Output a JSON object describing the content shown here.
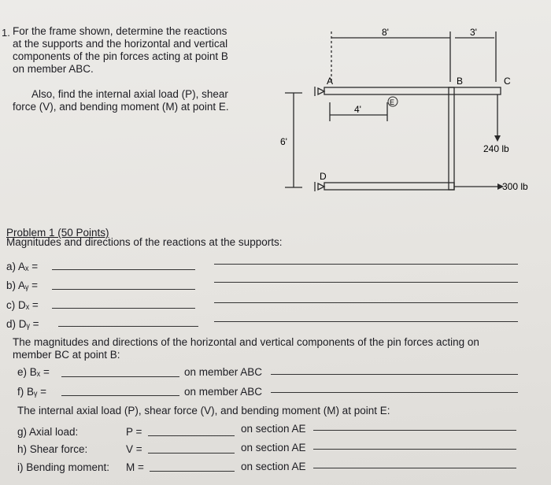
{
  "problem_intro": {
    "marker": "1.",
    "lines": [
      "For the frame shown, determine the reactions",
      "at the supports and the horizontal and vertical",
      "components of the pin forces acting at point B",
      "on member ABC."
    ],
    "also_lines": [
      "Also, find the internal axial load (P), shear",
      "force (V), and bending moment (M) at point E."
    ]
  },
  "figure": {
    "dim_top_left": "8'",
    "dim_top_right": "3'",
    "dim_mid": "4'",
    "dim_height": "6'",
    "label_a": "A",
    "label_b": "B",
    "label_c": "C",
    "label_d": "D",
    "label_e": "E",
    "load_c": "240 lb",
    "load_right": "300 lb"
  },
  "problem1": {
    "title": "Problem 1 (50 Points)",
    "subtitle": "Magnitudes and directions of the reactions at the supports:",
    "reactions": [
      {
        "label": "a)  Aₓ ="
      },
      {
        "label": "b)  Aᵧ ="
      },
      {
        "label": "c)  Dₓ ="
      },
      {
        "label": "d)  Dᵧ ="
      }
    ],
    "pin_text_1": "The magnitudes and directions of the horizontal and vertical components of the pin forces acting on",
    "pin_text_2": "member BC at point B:",
    "pin_forces": [
      {
        "label": "e)  Bₓ =",
        "member": "on member ABC"
      },
      {
        "label": "f)  Bᵧ =",
        "member": "on member ABC"
      }
    ],
    "internal_text": "The internal axial load (P), shear force (V), and bending moment (M) at point E:",
    "internal": [
      {
        "label": "g)  Axial load:",
        "sym": "P =",
        "section": "on section AE"
      },
      {
        "label": "h)  Shear force:",
        "sym": "V =",
        "section": "on section AE"
      },
      {
        "label": "i)  Bending moment:",
        "sym": "M =",
        "section": "on section AE"
      }
    ]
  }
}
